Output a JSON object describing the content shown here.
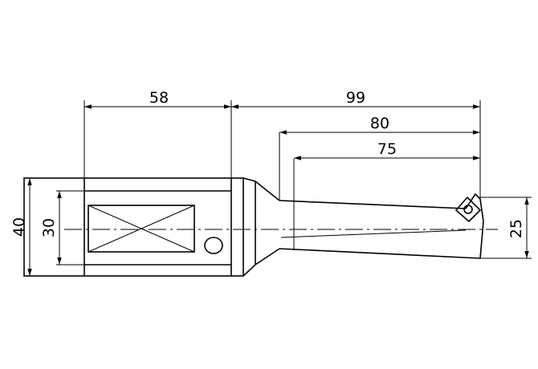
{
  "dimensions": {
    "shank_length": "58",
    "overall_length": "99",
    "flute_length": "80",
    "cutting_depth": "75",
    "shank_flange_diameter": "40",
    "shank_diameter": "30",
    "drill_diameter": "25"
  },
  "colors": {
    "line": "#000000",
    "background": "#ffffff"
  }
}
